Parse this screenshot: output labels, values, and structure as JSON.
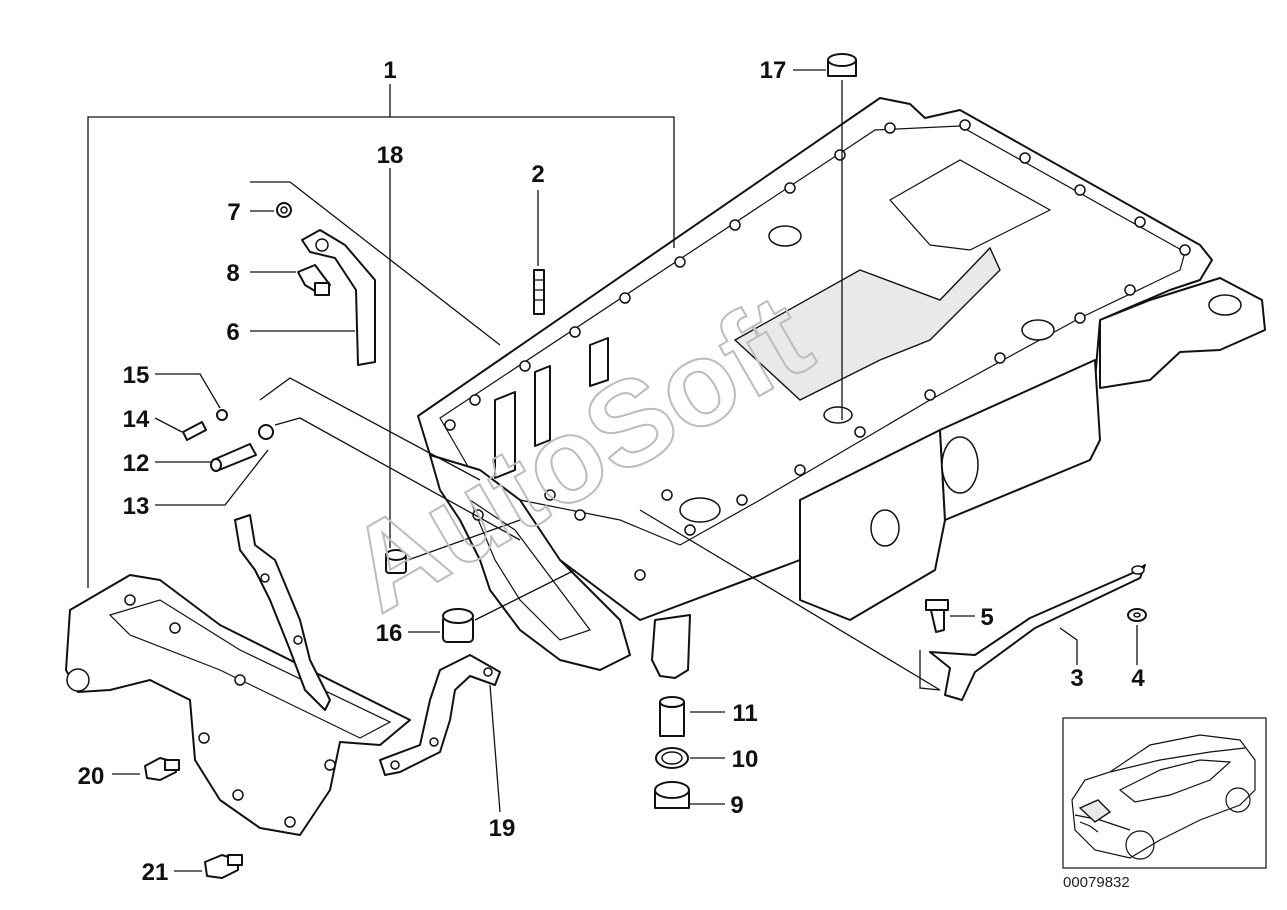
{
  "callouts": {
    "c1": "1",
    "c2": "2",
    "c3": "3",
    "c4": "4",
    "c5": "5",
    "c6": "6",
    "c7": "7",
    "c8": "8",
    "c9": "9",
    "c10": "10",
    "c11": "11",
    "c12": "12",
    "c13": "13",
    "c14": "14",
    "c15": "15",
    "c16": "16",
    "c17": "17",
    "c18": "18",
    "c19": "19",
    "c20": "20",
    "c21": "21"
  },
  "watermark": "AutoSoft",
  "reference_code": "00079832",
  "colors": {
    "line": "#111111",
    "watermark": "#bcbcbc",
    "background": "#ffffff"
  }
}
